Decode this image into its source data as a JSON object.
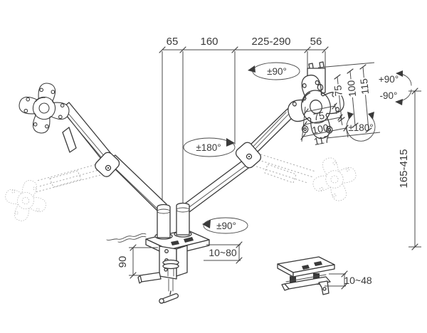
{
  "colors": {
    "line": "#3a3a3a",
    "ghost": "#adadad",
    "background": "#ffffff"
  },
  "dims": {
    "top": {
      "d1": "65",
      "d2": "160",
      "d3": "225-290",
      "d4": "56"
    },
    "height_range": "165-415",
    "vesa_v": {
      "a": "75",
      "b": "100",
      "c": "115"
    },
    "vesa_h": {
      "a": "75",
      "b": "100",
      "c": "117"
    },
    "clamp_height": "90",
    "clamp_range": "10~80",
    "grommet_range": "10~48"
  },
  "rot": {
    "head_swivel": "±90°",
    "tilt_up": "+90°",
    "tilt_down": "-90°",
    "head_rotate": "±180°",
    "arm_rotate": "±180°",
    "base_swivel": "±90°"
  }
}
